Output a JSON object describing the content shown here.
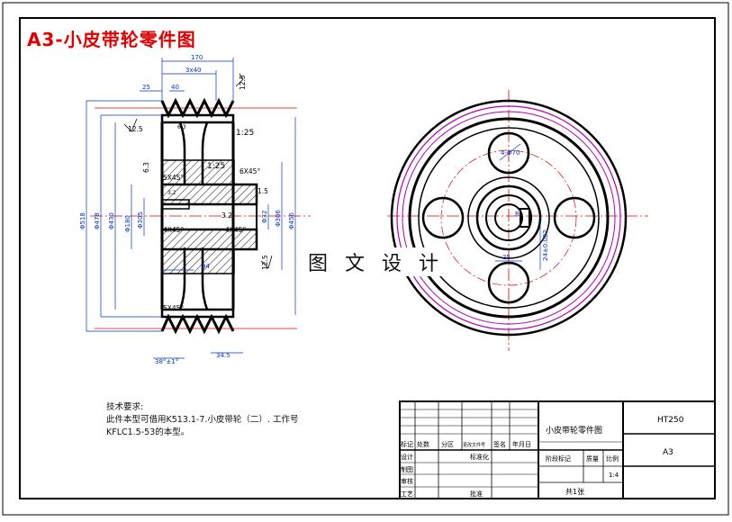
{
  "drawing_title": "A3-小皮带轮零件图",
  "watermark": "图 文 设 计",
  "tech_requirements": {
    "heading": "技术要求:",
    "line1": "此件本型可借用K513.1-7.小皮带轮（二）. 工作号",
    "line2": "KFLC1.5-53的本型。"
  },
  "title_block": {
    "part_name": "小皮带轮零件图",
    "material": "HT250",
    "sheet_size": "A3",
    "scale": "1:4",
    "total_sheets": "共1张",
    "labels": {
      "mark": "标记",
      "count": "处数",
      "zone": "分区",
      "change_doc": "更改文件号",
      "signature": "签名",
      "date": "年月日",
      "design": "设计",
      "standardize": "标准化",
      "stage_mark": "阶段标记",
      "weight": "质量",
      "scale_label": "比例",
      "drafting": "制图",
      "check": "审核",
      "process": "工艺",
      "approve": "批准"
    }
  },
  "dimensions": {
    "top_overall": "170",
    "top_grooves": "3x40",
    "left_offset": "25",
    "groove_pitch": "40",
    "roughness_top": "12.5",
    "roughness_left": "12.5",
    "taper": "1:25",
    "taper2": "1:25",
    "chamfer_1": "5X45°",
    "chamfer_2": "5X45°",
    "chamfer_3": "4X45°",
    "chamfer_4": "4X45°",
    "chamfer_5": "6X45°",
    "chamfer_6": "5X45°",
    "rough_1": "6.3",
    "rough_2": "3.2",
    "rough_3": "1.5",
    "rough_4": "12.5",
    "rough_5": "3.2",
    "rough_6": "6.3",
    "bore_len": "94",
    "groove_angle": "38°±1°",
    "groove_depth": "34.5",
    "dia_outer": "Φ518",
    "dia_2": "Φ478",
    "dia_3": "Φ430",
    "dia_4": "Φ180",
    "dia_5": "Φ305",
    "dia_bore": "Φ32",
    "dia_6": "Φ306",
    "dia_7": "Φ456",
    "keyway_w": "25",
    "keyway_h": "24±0.022",
    "hole_dia": "4-Φ70",
    "r_mark": "R"
  }
}
